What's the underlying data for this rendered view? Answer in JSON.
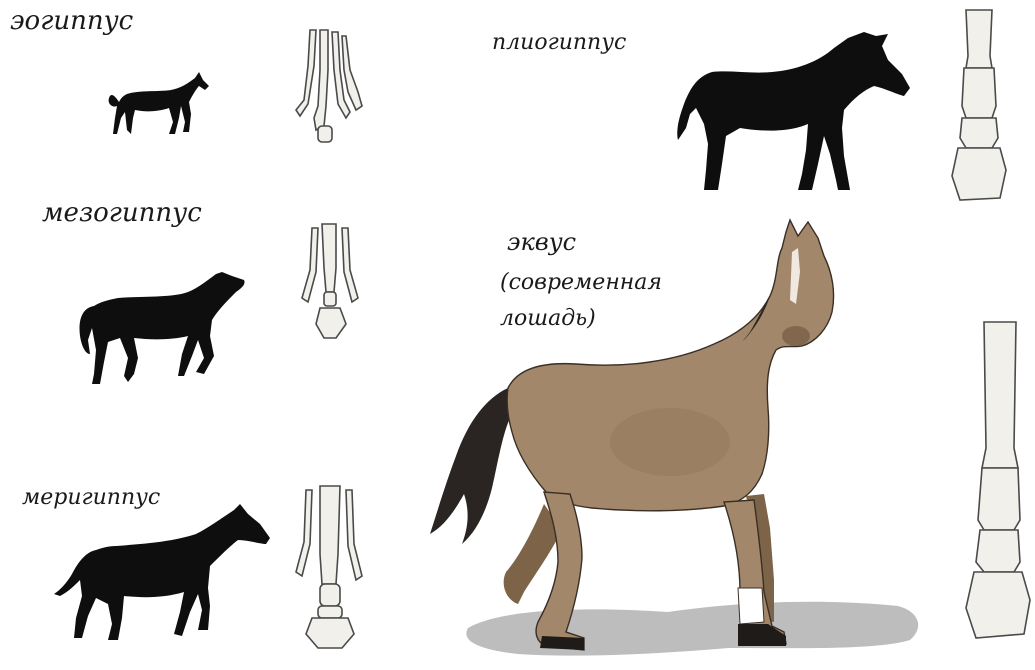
{
  "labels": {
    "eohippus": "эогиппус",
    "mesohippus": "мезогиппус",
    "merychippus": "меригиппус",
    "pliohippus": "плиогиппус",
    "equus_line1": "эквус",
    "equus_line2": "(современная",
    "equus_line3": "лошадь)"
  },
  "colors": {
    "silhouette": "#0e0e0e",
    "horse_coat": "#a2876a",
    "horse_shade": "#7d6449",
    "mane_tail": "#2a2522",
    "bone_fill": "#f1f0ea",
    "bone_line": "#4a4a4a",
    "shadow": "#bdbdbd"
  }
}
